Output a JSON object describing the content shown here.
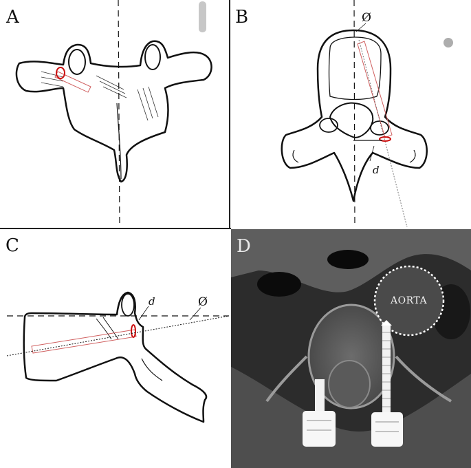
{
  "panels": {
    "a": {
      "letter": "A"
    },
    "b": {
      "letter": "B",
      "angle_symbol": "Ø",
      "distance_label": "d"
    },
    "c": {
      "letter": "C",
      "angle_symbol": "Ø",
      "distance_label": "d"
    },
    "d": {
      "letter": "D",
      "aorta_label": "AORTA"
    }
  },
  "colors": {
    "line": "#111111",
    "screw_track": "#d06060",
    "entry_point": "#cc1111",
    "ct_background": "#2a2a2a"
  }
}
